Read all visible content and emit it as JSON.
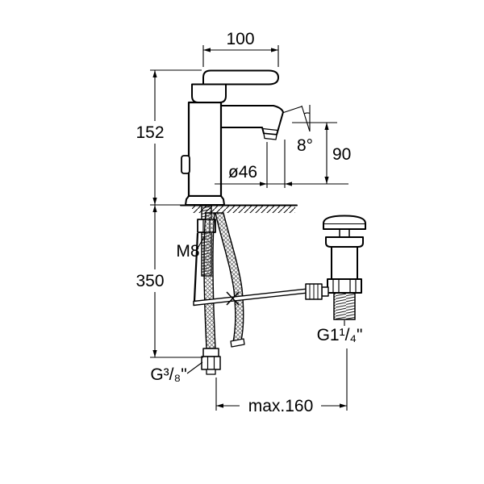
{
  "drawing": {
    "labels": {
      "dim_top_width": "100",
      "dim_body_height": "152",
      "dim_spout_height": "90",
      "dim_spout_angle": "8°",
      "dim_aerator_diameter": "ø46",
      "dim_shank_thread": "M8",
      "dim_install_height": "350",
      "dim_drain_thread": "G1¹/₄\"",
      "dim_hose_thread": "G³/₈\"",
      "dim_max_distance": "max.160"
    },
    "colors": {
      "line": "#000000",
      "background": "#ffffff"
    }
  }
}
